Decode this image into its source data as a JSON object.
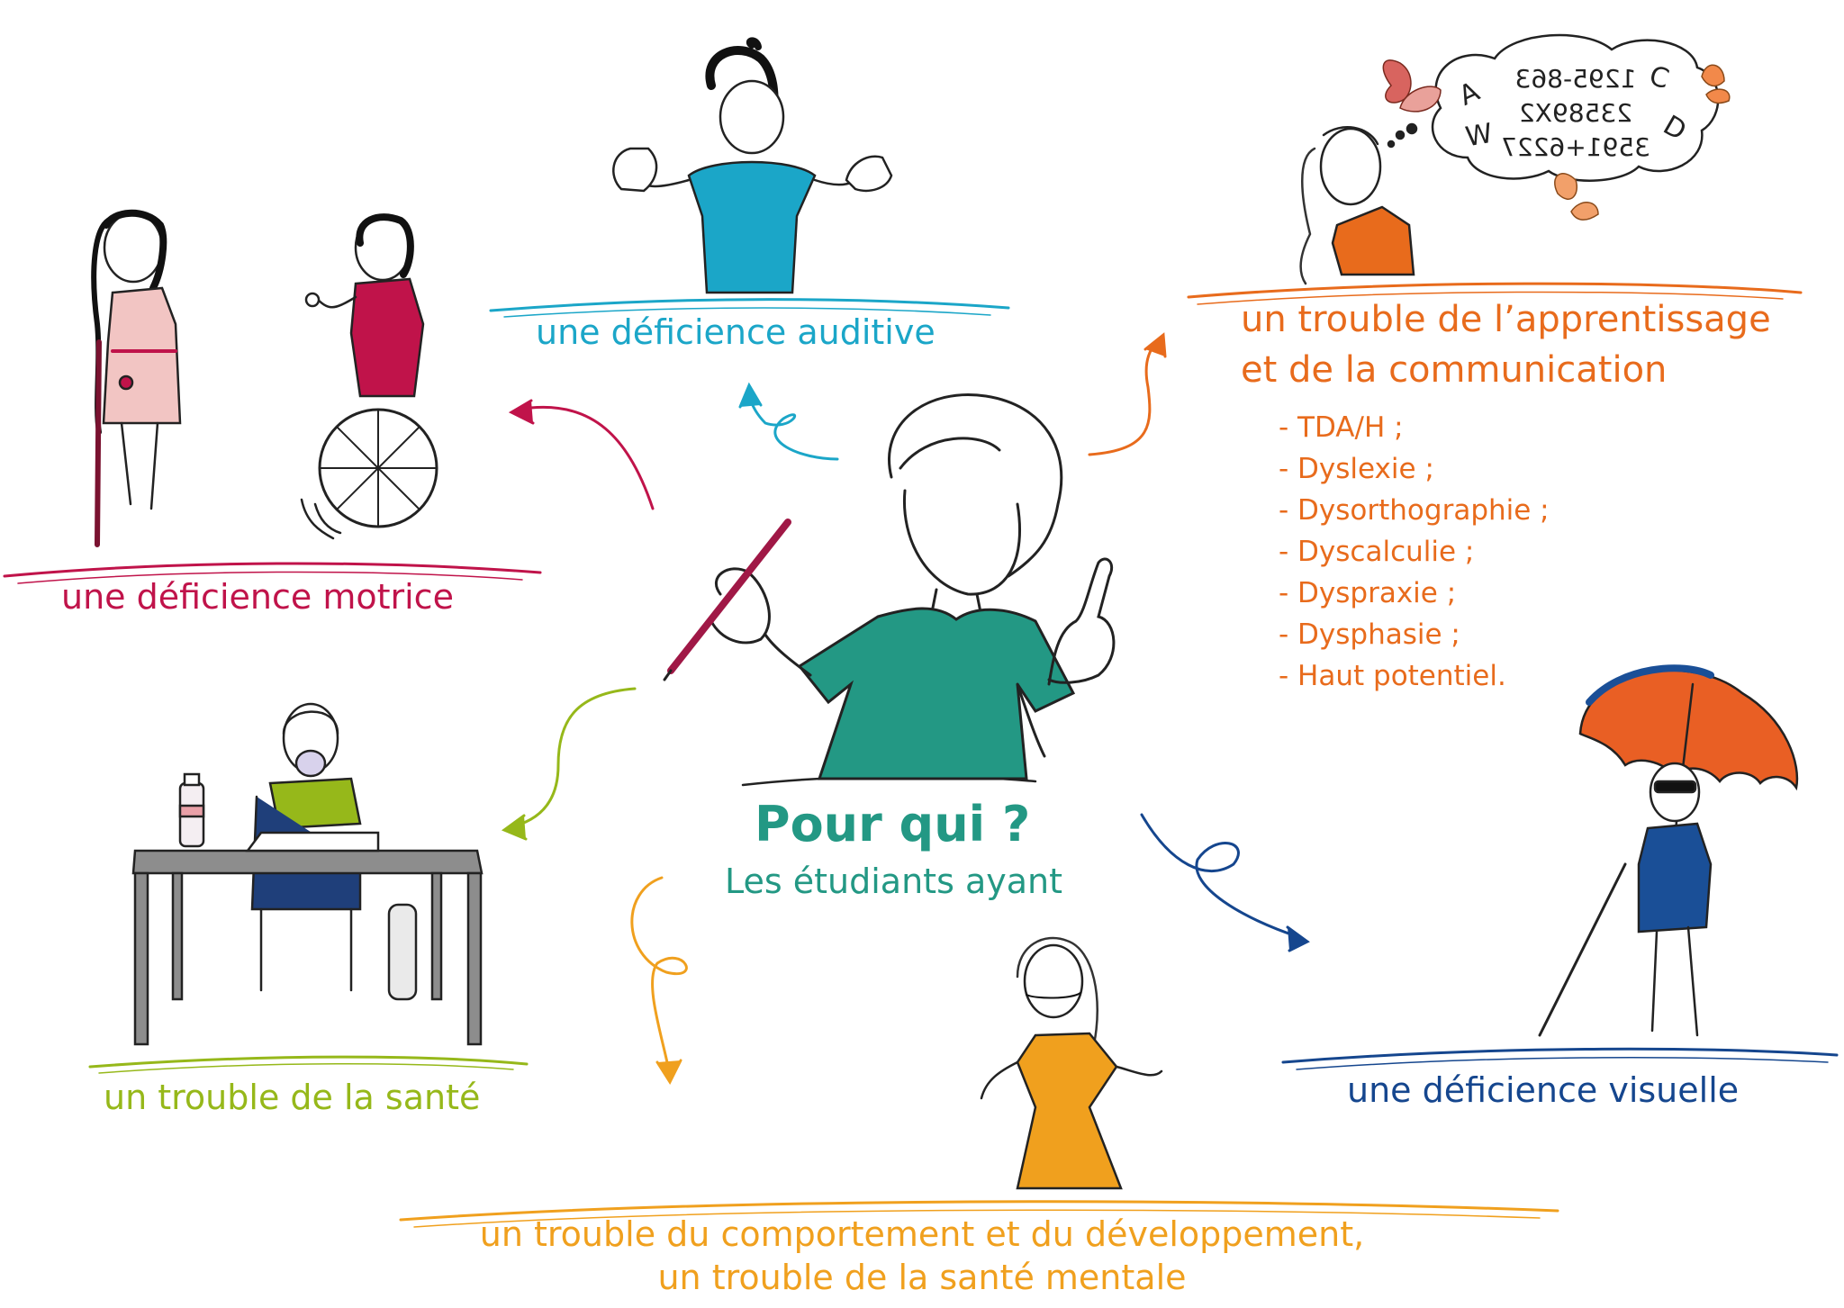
{
  "center": {
    "title": "Pour qui ?",
    "subtitle": "Les étudiants ayant"
  },
  "categories": {
    "motrice": {
      "label": "une déficience motrice",
      "color": "#c0134a"
    },
    "auditive": {
      "label": "une déficience auditive",
      "color": "#1ba6c8"
    },
    "apprentissage": {
      "label_line1": "un trouble de l’apprentissage",
      "label_line2": "et de la communication",
      "color": "#e86b1c",
      "items": [
        "TDA/H ;",
        "Dyslexie ;",
        "Dysorthographie ;",
        "Dyscalculie ;",
        "Dyspraxie ;",
        "Dysphasie ;",
        "Haut potentiel."
      ]
    },
    "sante": {
      "label": "un trouble de la santé",
      "color": "#96b81a"
    },
    "visuelle": {
      "label": "une déficience visuelle",
      "color": "#15468e"
    },
    "comportement": {
      "label_line1": "un trouble du comportement et du développement,",
      "label_line2": "un trouble de la santé mentale",
      "color": "#f0a01e"
    }
  },
  "thought_bubble": {
    "line1": "1295-863",
    "line2": "2358​9X2",
    "line3": "3591+6227",
    "letters": [
      "A",
      "W",
      "C",
      "D"
    ]
  }
}
